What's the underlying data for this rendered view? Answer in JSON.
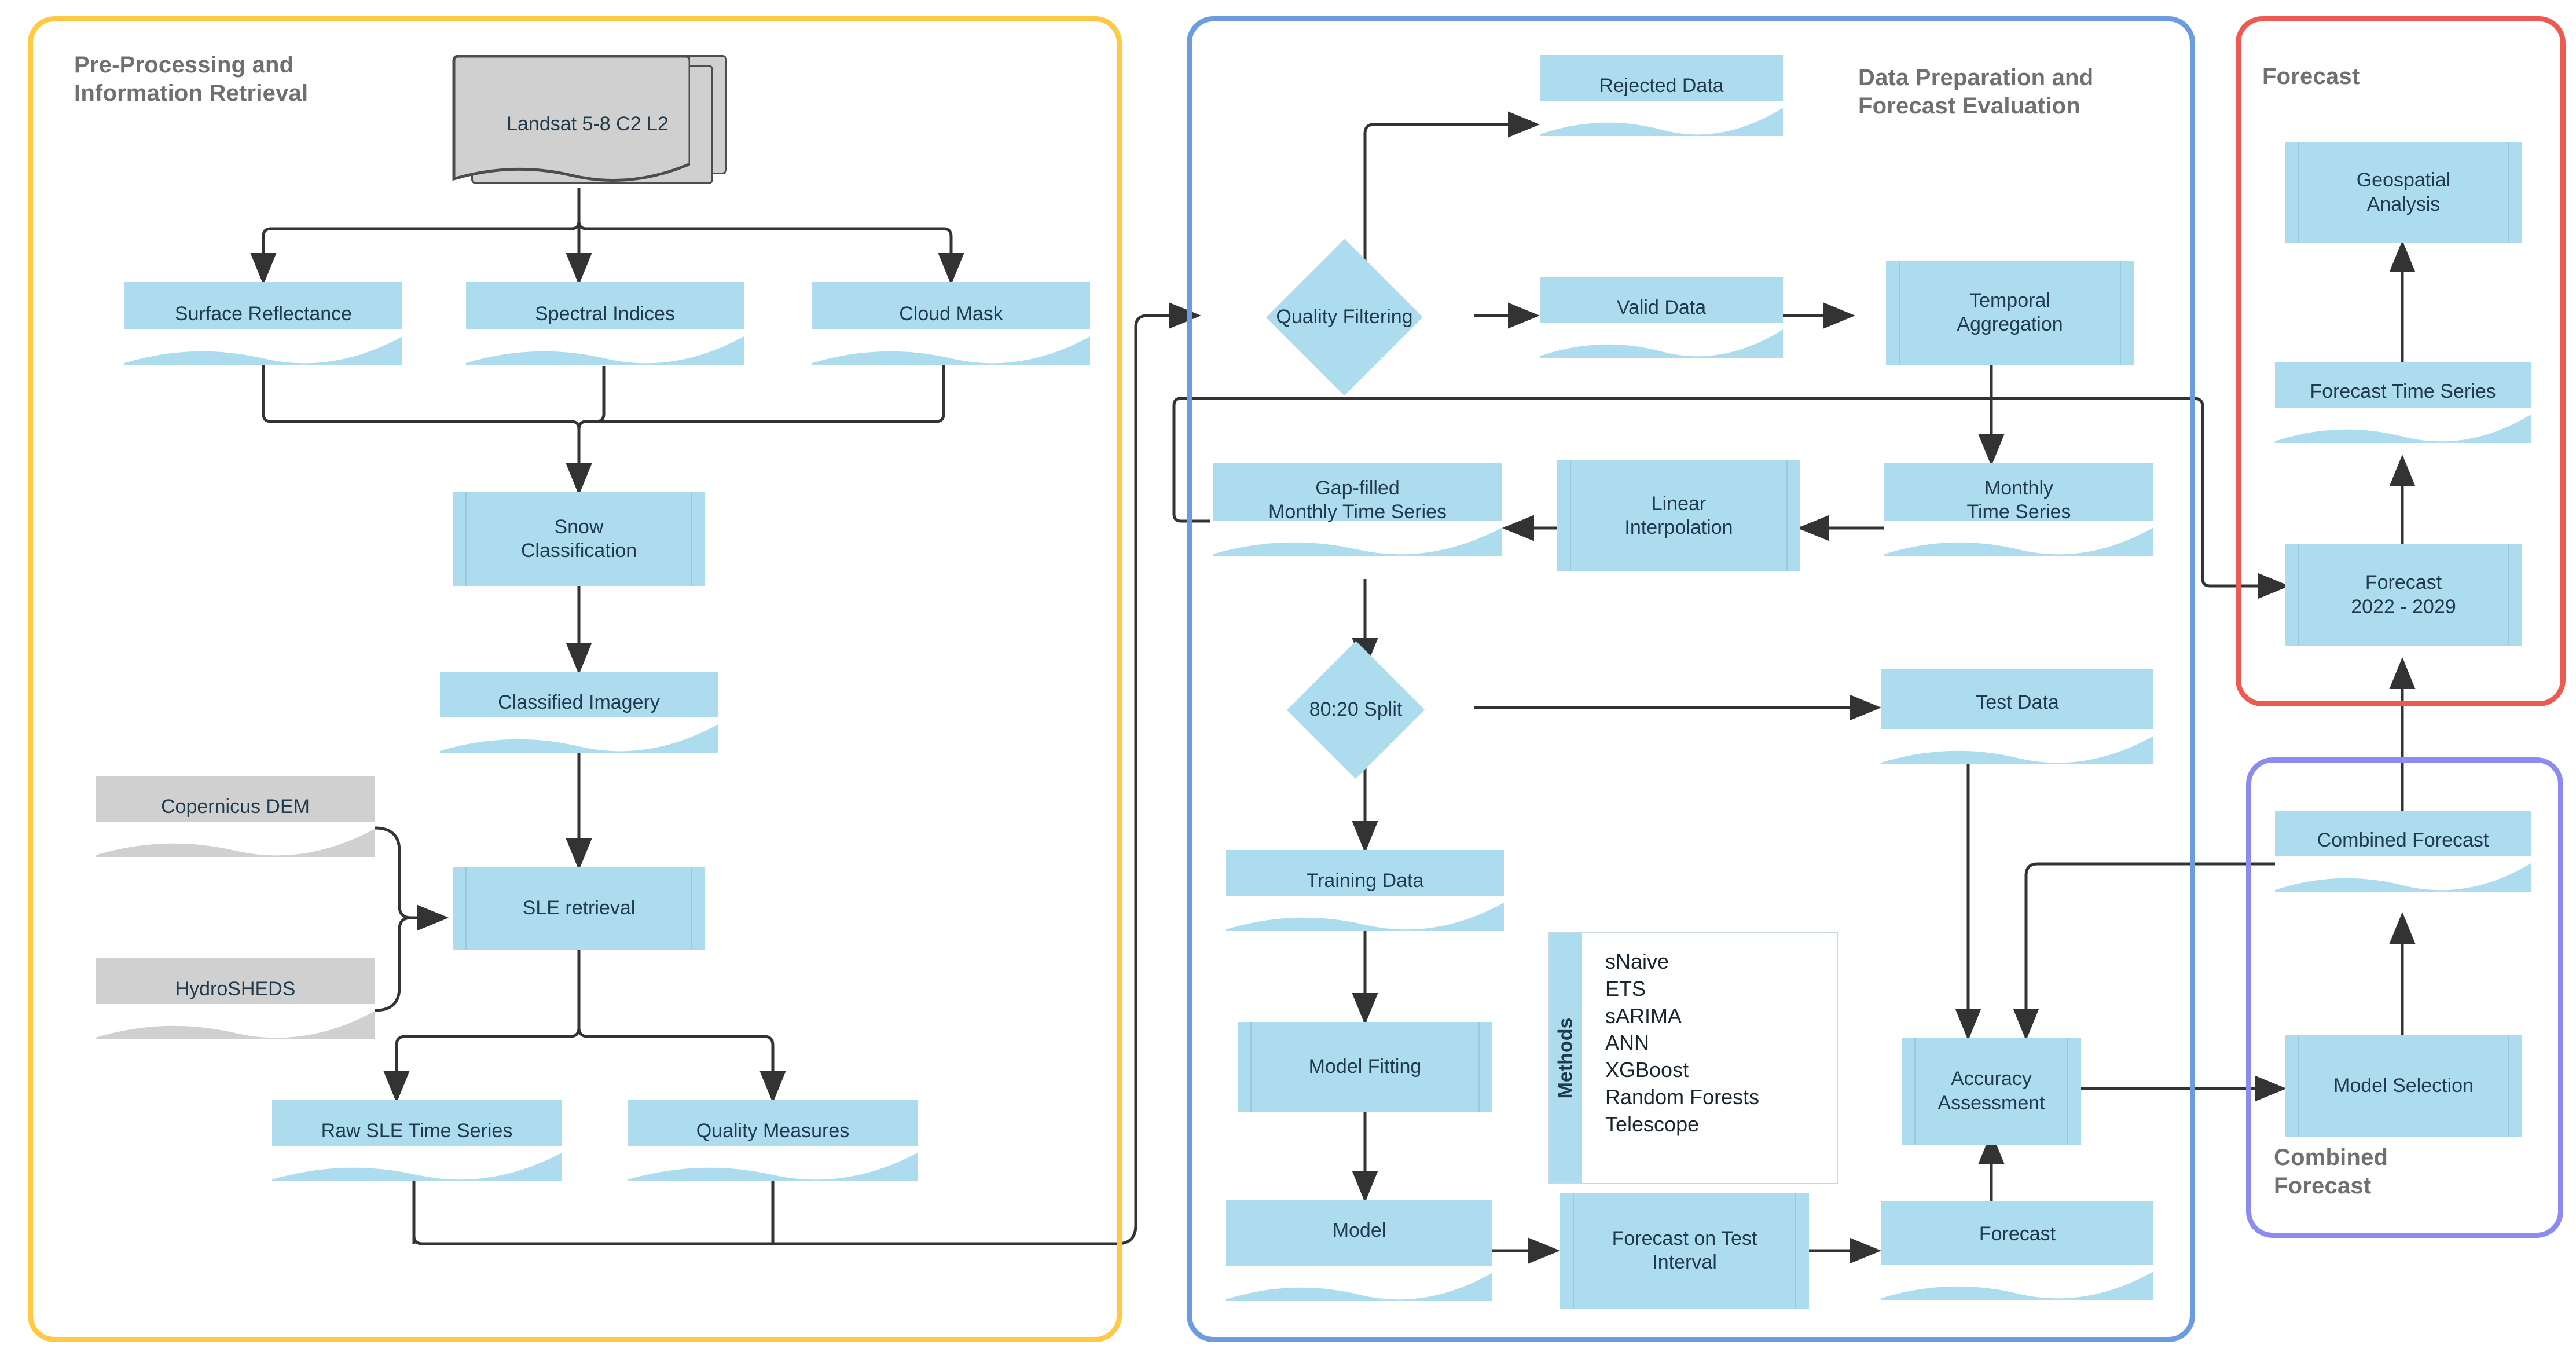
{
  "groups": [
    {
      "id": "pre",
      "title": "Pre-Processing and\nInformation Retrieval",
      "color": "#FFC943"
    },
    {
      "id": "prep",
      "title": "Data Preparation and\nForecast Evaluation",
      "color": "#6C9BE0"
    },
    {
      "id": "forecast",
      "title": "Forecast",
      "color": "#EE5A52"
    },
    {
      "id": "combined",
      "title": "Combined\nForecast",
      "color": "#8C8CF0"
    }
  ],
  "nodes": {
    "landsat": "Landsat 5-8 C2 L2",
    "surface_reflectance": "Surface Reflectance",
    "spectral_indices": "Spectral Indices",
    "cloud_mask": "Cloud Mask",
    "snow_classification": "Snow\nClassification",
    "classified_imagery": "Classified Imagery",
    "copernicus_dem": "Copernicus DEM",
    "hydrosheds": "HydroSHEDS",
    "sle_retrieval": "SLE retrieval",
    "raw_sle_time_series": "Raw SLE Time Series",
    "quality_measures": "Quality Measures",
    "rejected_data": "Rejected Data",
    "quality_filtering": "Quality Filtering",
    "valid_data": "Valid Data",
    "temporal_aggregation": "Temporal\nAggregation",
    "monthly_time_series": "Monthly\nTime Series",
    "linear_interpolation": "Linear\nInterpolation",
    "gap_filled": "Gap-filled\nMonthly Time Series",
    "split": "80:20 Split",
    "test_data": "Test Data",
    "training_data": "Training Data",
    "model_fitting": "Model Fitting",
    "model": "Model",
    "forecast_on_test_interval": "Forecast on Test\nInterval",
    "forecast_box": "Forecast",
    "accuracy_assessment": "Accuracy\nAssessment",
    "geospatial_analysis": "Geospatial\nAnalysis",
    "forecast_time_series": "Forecast Time Series",
    "forecast_2022_2029": "Forecast\n2022 - 2029",
    "combined_forecast": "Combined Forecast",
    "model_selection": "Model Selection"
  },
  "methods": {
    "label": "Methods",
    "items": [
      "sNaive",
      "ETS",
      "sARIMA",
      "ANN",
      "XGBoost",
      "Random Forests",
      "Telescope"
    ]
  },
  "colors": {
    "node_fill": "#ADDCEF",
    "node_fill_grey": "#D0D0D0",
    "node_text": "#1F3B4D",
    "group_title": "#707070",
    "connector": "#333333",
    "group_yellow": "#FFC943",
    "group_blue": "#6C9BE0",
    "group_red": "#EE5A52",
    "group_violet": "#8C8CF0"
  }
}
